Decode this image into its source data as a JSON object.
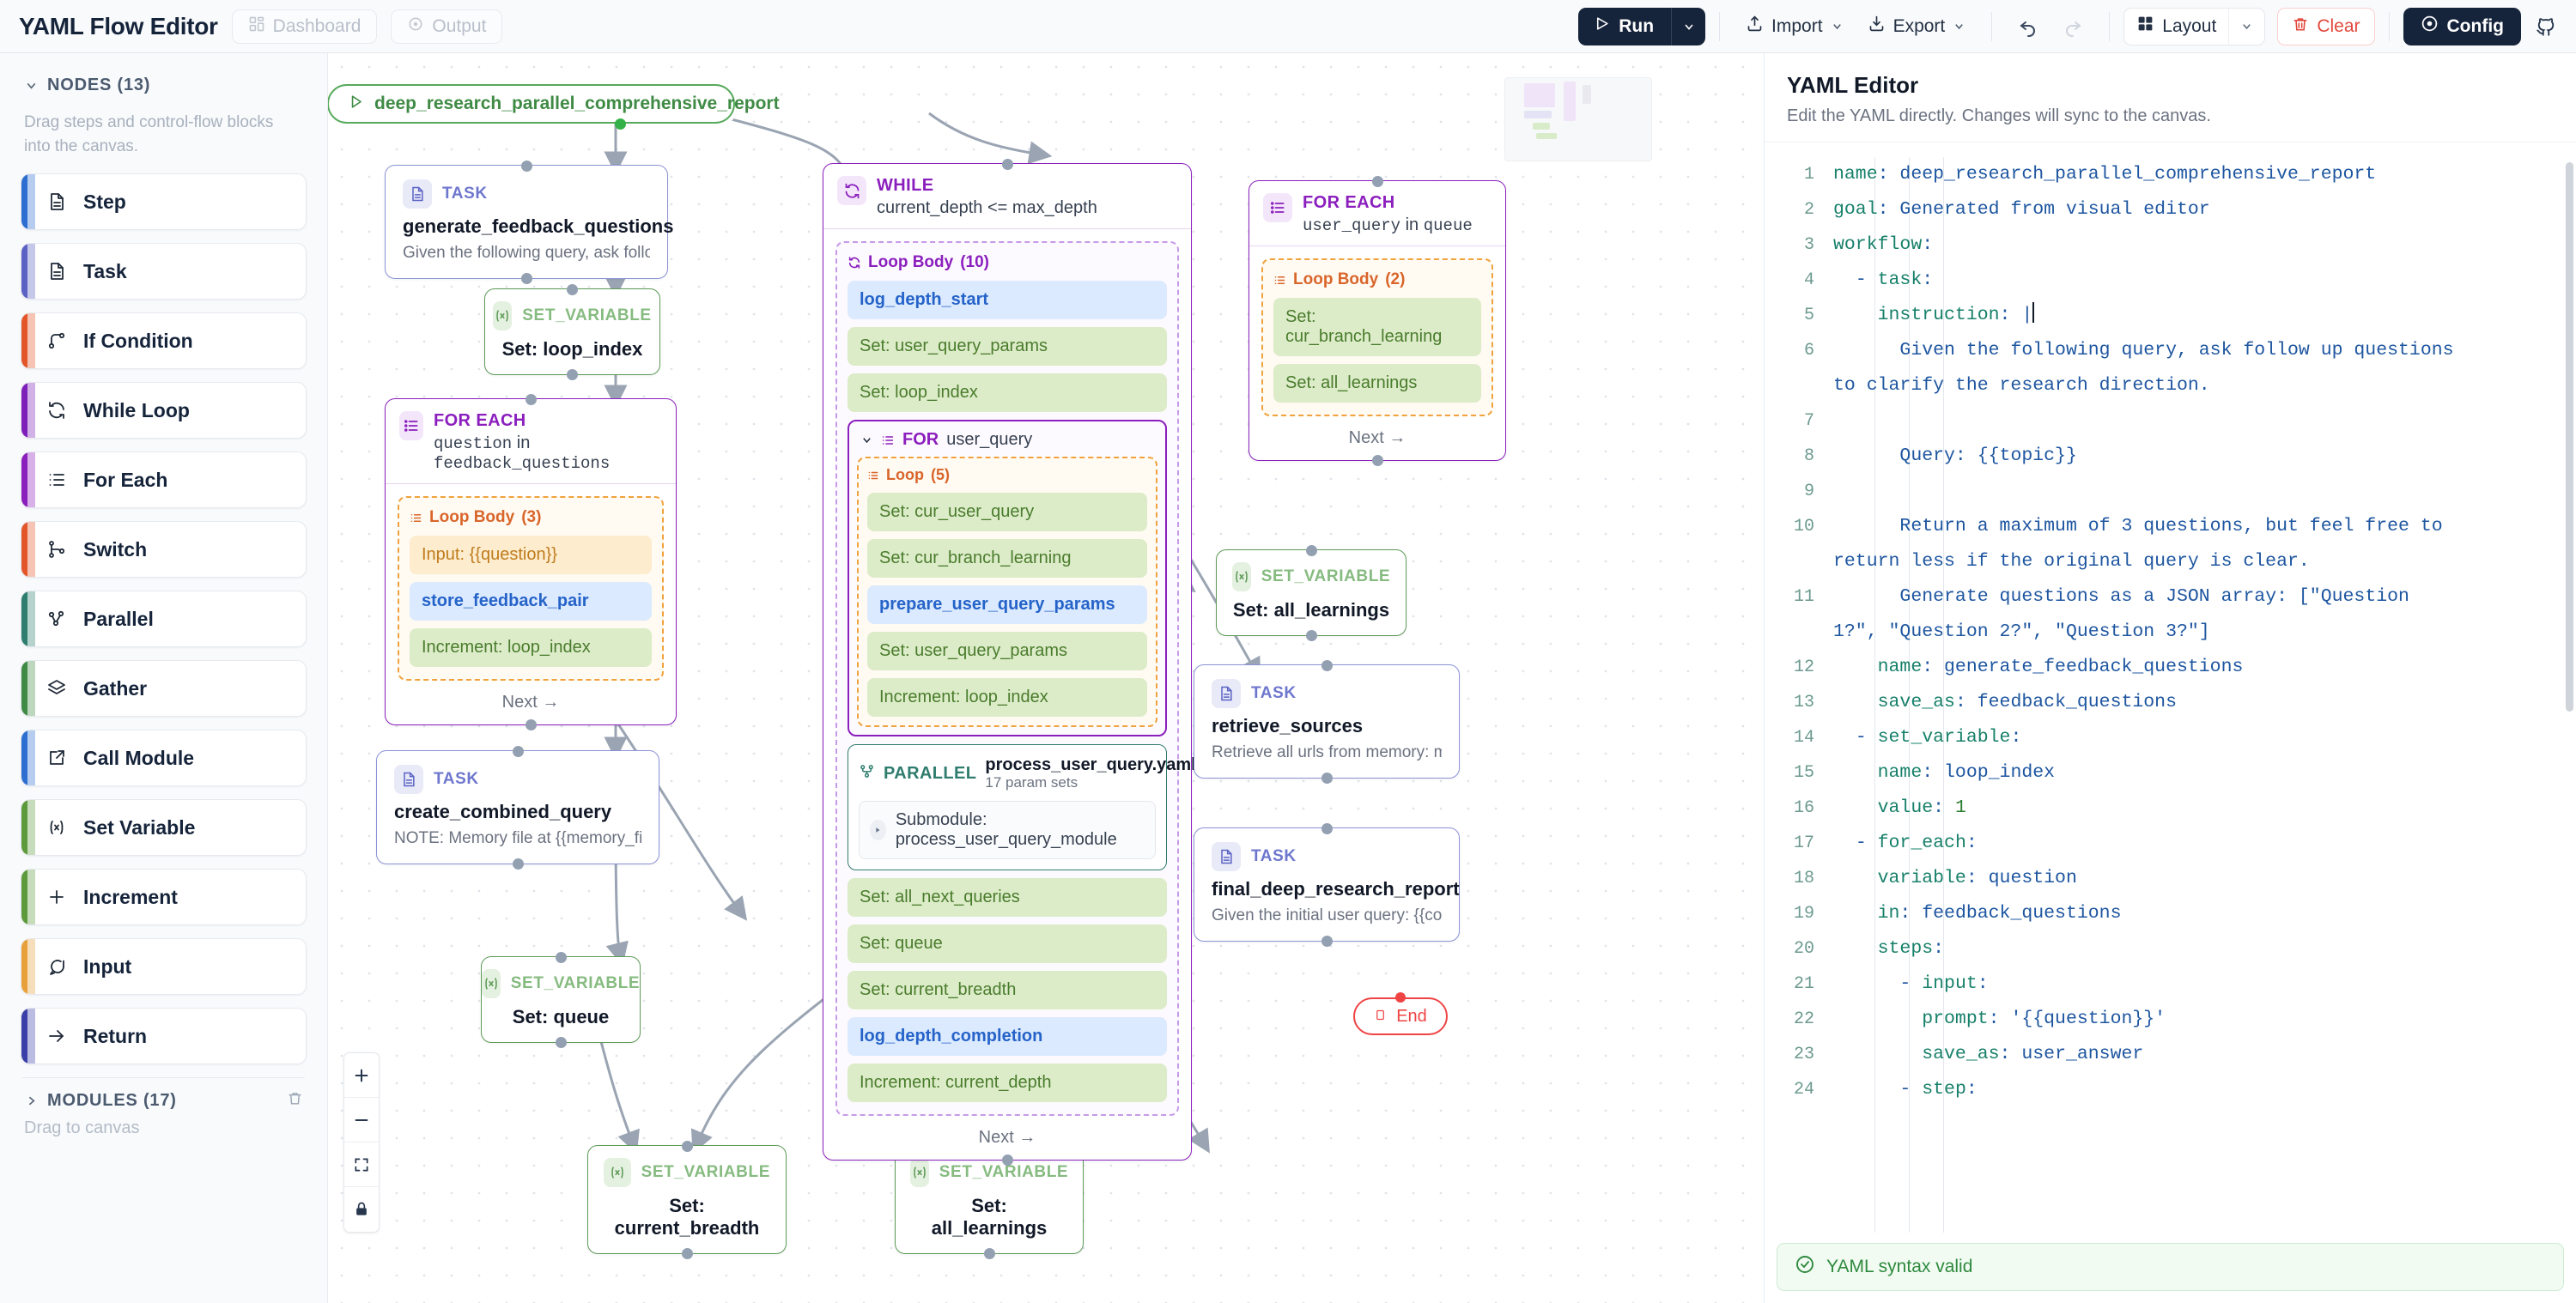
{
  "topbar": {
    "app_title": "YAML Flow Editor",
    "tabs": [
      {
        "label": "Dashboard",
        "icon": "grid-icon"
      },
      {
        "label": "Output",
        "icon": "eye-icon"
      }
    ],
    "run_label": "Run",
    "import_label": "Import",
    "export_label": "Export",
    "layout_label": "Layout",
    "clear_label": "Clear",
    "config_label": "Config",
    "accent_dark": "#16243b",
    "danger": "#e2483d"
  },
  "sidebar": {
    "nodes_header": "NODES (13)",
    "nodes_hint": "Drag steps and control-flow blocks into the canvas.",
    "items": [
      {
        "label": "Step",
        "icon": "document-icon",
        "color": "#2d6fd0"
      },
      {
        "label": "Task",
        "icon": "document-icon",
        "color": "#5b62c4"
      },
      {
        "label": "If Condition",
        "icon": "branch-icon",
        "color": "#e2562a"
      },
      {
        "label": "While Loop",
        "icon": "refresh-icon",
        "color": "#7d1fb8"
      },
      {
        "label": "For Each",
        "icon": "list-icon",
        "color": "#8b1fbd"
      },
      {
        "label": "Switch",
        "icon": "switch-icon",
        "color": "#e2562a"
      },
      {
        "label": "Parallel",
        "icon": "fork-icon",
        "color": "#2f7d6e"
      },
      {
        "label": "Gather",
        "icon": "layers-icon",
        "color": "#3f8b45"
      },
      {
        "label": "Call Module",
        "icon": "external-link-icon",
        "color": "#2d6fd0"
      },
      {
        "label": "Set Variable",
        "icon": "variable-icon",
        "color": "#5d9a3c"
      },
      {
        "label": "Increment",
        "icon": "plus-icon",
        "color": "#5d9a3c"
      },
      {
        "label": "Input",
        "icon": "chat-icon",
        "color": "#e8a13a"
      },
      {
        "label": "Return",
        "icon": "arrow-right-icon",
        "color": "#3b3fa8"
      }
    ],
    "modules_header": "MODULES (17)",
    "modules_hint": "Drag to canvas"
  },
  "canvas": {
    "start": {
      "label": "deep_research_parallel_comprehensive_report",
      "icon": "play-icon"
    },
    "nodes": {
      "generate_feedback_questions": {
        "kind": "TASK",
        "title": "generate_feedback_questions",
        "desc": "Given the following query, ask follow..."
      },
      "set_loop_index": {
        "kind": "SET_VARIABLE",
        "title": "Set: loop_index"
      },
      "for_each_question": {
        "kind": "FOR EACH",
        "var": "question",
        "in_word": "in",
        "collection": "feedback_questions",
        "body_label": "Loop Body",
        "body_count": "(3)",
        "chips": [
          {
            "text": "Input: {{question}}",
            "style": "amber"
          },
          {
            "text": "store_feedback_pair",
            "style": "blue"
          },
          {
            "text": "Increment: loop_index",
            "style": "green"
          }
        ],
        "next_label": "Next →"
      },
      "create_combined_query": {
        "kind": "TASK",
        "title": "create_combined_query",
        "desc": "NOTE: Memory file at {{memory_file..."
      },
      "set_queue": {
        "kind": "SET_VARIABLE",
        "title": "Set: queue"
      },
      "set_current_breadth": {
        "kind": "SET_VARIABLE",
        "title": "Set: current_breadth"
      },
      "while_loop": {
        "kind": "WHILE",
        "condition": "current_depth <= max_depth",
        "body_label": "Loop Body",
        "body_count": "(10)",
        "chips_top": [
          {
            "text": "log_depth_start",
            "style": "blue"
          },
          {
            "text": "Set: user_query_params",
            "style": "green"
          },
          {
            "text": "Set: loop_index",
            "style": "green"
          }
        ],
        "inner_for": {
          "kw": "FOR",
          "var": "user_query",
          "body_label": "Loop",
          "body_count": "(5)",
          "chips": [
            {
              "text": "Set: cur_user_query",
              "style": "green"
            },
            {
              "text": "Set: cur_branch_learning",
              "style": "green"
            },
            {
              "text": "prepare_user_query_params",
              "style": "blue"
            },
            {
              "text": "Set: user_query_params",
              "style": "green"
            },
            {
              "text": "Increment: loop_index",
              "style": "green"
            }
          ]
        },
        "parallel": {
          "kind": "PARALLEL",
          "file": "process_user_query.yaml",
          "param_sets": "17 param sets",
          "submodule": "Submodule: process_user_query_module"
        },
        "chips_bottom": [
          {
            "text": "Set: all_next_queries",
            "style": "green"
          },
          {
            "text": "Set: queue",
            "style": "green"
          },
          {
            "text": "Set: current_breadth",
            "style": "green"
          },
          {
            "text": "log_depth_completion",
            "style": "blue"
          },
          {
            "text": "Increment: current_depth",
            "style": "green"
          }
        ],
        "next_label": "Next →"
      },
      "for_each_user_query": {
        "kind": "FOR EACH",
        "var": "user_query",
        "in_word": "in",
        "collection": "queue",
        "body_label": "Loop Body",
        "body_count": "(2)",
        "chips": [
          {
            "text": "Set: cur_branch_learning",
            "style": "green"
          },
          {
            "text": "Set: all_learnings",
            "style": "green"
          }
        ],
        "next_label": "Next →"
      },
      "set_all_learnings_right": {
        "kind": "SET_VARIABLE",
        "title": "Set: all_learnings"
      },
      "retrieve_sources": {
        "kind": "TASK",
        "title": "retrieve_sources",
        "desc": "Retrieve all urls from memory: mem..."
      },
      "final_deep_research_report": {
        "kind": "TASK",
        "title": "final_deep_research_report",
        "desc": "Given the initial user query: {{combi..."
      },
      "end": {
        "label": "End",
        "icon": "stop-icon"
      },
      "set_current_breadth_bottom": {
        "kind": "SET_VARIABLE",
        "title": "Set: current_breadth"
      },
      "set_all_learnings_bottom": {
        "kind": "SET_VARIABLE",
        "title": "Set: all_learnings"
      }
    },
    "zoom_controls": [
      {
        "icon": "zoom-in-icon",
        "label": "+"
      },
      {
        "icon": "zoom-out-icon",
        "label": "−"
      },
      {
        "icon": "fit-view-icon",
        "label": "⌧"
      },
      {
        "icon": "lock-icon",
        "label": "▣"
      }
    ]
  },
  "yaml_editor": {
    "title": "YAML Editor",
    "subtitle": "Edit the YAML directly. Changes will sync to the canvas.",
    "status": "YAML syntax valid",
    "status_icon": "check-circle-icon",
    "lines": [
      {
        "n": "1",
        "indent": 0,
        "key": "name",
        "value": "deep_research_parallel_comprehensive_report"
      },
      {
        "n": "2",
        "indent": 0,
        "key": "goal",
        "value": "Generated from visual editor"
      },
      {
        "n": "3",
        "indent": 0,
        "key": "workflow",
        "value": ""
      },
      {
        "n": "4",
        "indent": 1,
        "dash": true,
        "key": "task",
        "value": ""
      },
      {
        "n": "5",
        "indent": 2,
        "key": "instruction",
        "value": "|",
        "cursor": true
      },
      {
        "n": "6",
        "indent": 3,
        "plain": "Given the following query, ask follow up questions to clarify the research direction."
      },
      {
        "n": "7",
        "indent": 3,
        "plain": ""
      },
      {
        "n": "8",
        "indent": 3,
        "plain": "Query: {{topic}}"
      },
      {
        "n": "9",
        "indent": 3,
        "plain": ""
      },
      {
        "n": "10",
        "indent": 3,
        "plain": "Return a maximum of 3 questions, but feel free to return less if the original query is clear."
      },
      {
        "n": "11",
        "indent": 3,
        "plain": "Generate questions as a JSON array: [\"Question 1?\", \"Question 2?\", \"Question 3?\"]"
      },
      {
        "n": "12",
        "indent": 2,
        "key": "name",
        "value": "generate_feedback_questions"
      },
      {
        "n": "13",
        "indent": 2,
        "key": "save_as",
        "value": "feedback_questions"
      },
      {
        "n": "14",
        "indent": 1,
        "dash": true,
        "key": "set_variable",
        "value": ""
      },
      {
        "n": "15",
        "indent": 2,
        "key": "name",
        "value": "loop_index"
      },
      {
        "n": "16",
        "indent": 2,
        "key": "value",
        "value": "1",
        "numeric": true
      },
      {
        "n": "17",
        "indent": 1,
        "dash": true,
        "key": "for_each",
        "value": ""
      },
      {
        "n": "18",
        "indent": 2,
        "key": "variable",
        "value": "question"
      },
      {
        "n": "19",
        "indent": 2,
        "key": "in",
        "value": "feedback_questions"
      },
      {
        "n": "20",
        "indent": 2,
        "key": "steps",
        "value": ""
      },
      {
        "n": "21",
        "indent": 3,
        "dash": true,
        "key": "input",
        "value": ""
      },
      {
        "n": "22",
        "indent": 4,
        "key": "prompt",
        "value": "'{{question}}'"
      },
      {
        "n": "23",
        "indent": 4,
        "key": "save_as",
        "value": "user_answer"
      },
      {
        "n": "24",
        "indent": 3,
        "dash": true,
        "key": "step",
        "value": ""
      }
    ]
  }
}
